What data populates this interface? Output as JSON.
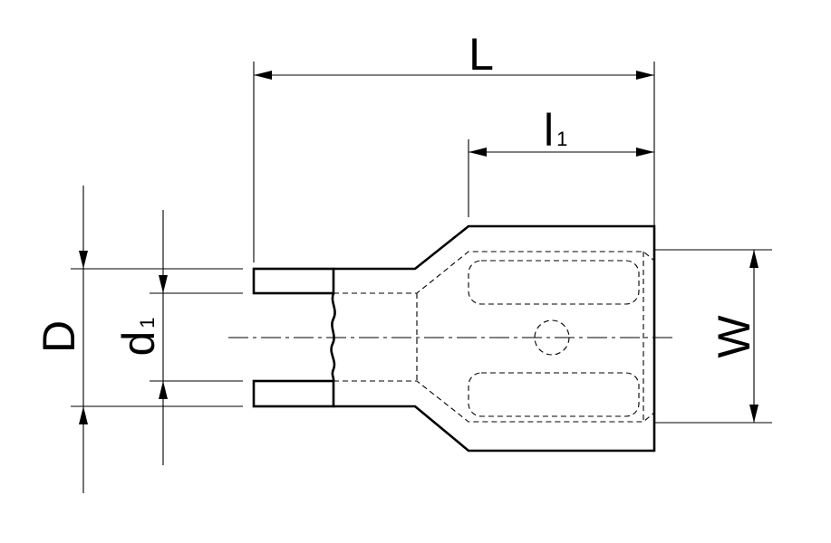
{
  "drawing": {
    "labels": {
      "length": "L",
      "blade_length": "l",
      "blade_length_sub": "1",
      "width": "W",
      "outer_diameter": "D",
      "inner_diameter": "d",
      "inner_diameter_sub": "1"
    }
  }
}
